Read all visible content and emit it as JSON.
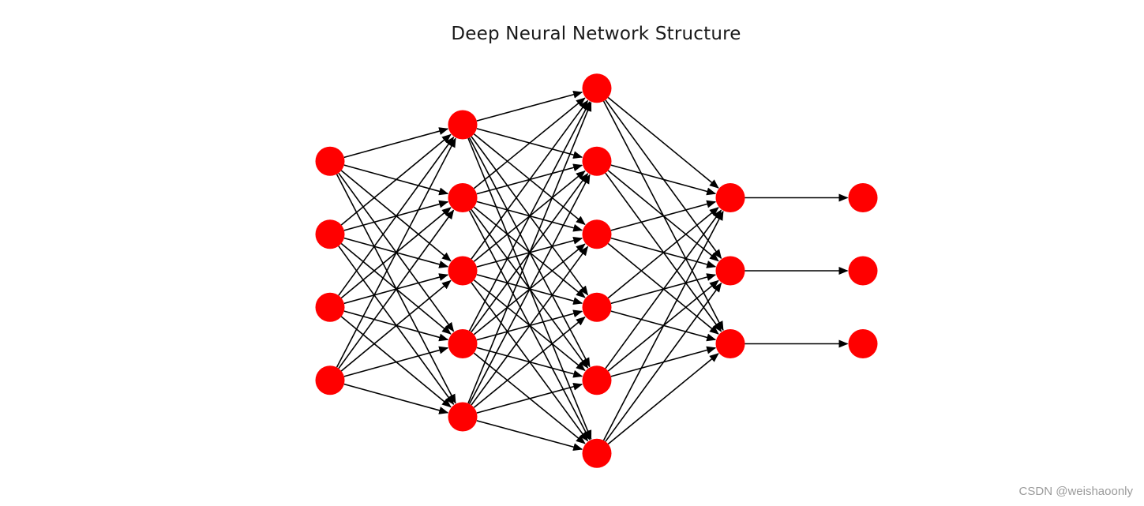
{
  "title": "Deep Neural Network Structure",
  "watermark": "CSDN @weishaoonly",
  "network": {
    "layer_sizes": [
      4,
      5,
      6,
      3,
      3
    ],
    "connections": [
      {
        "from": 0,
        "to": 1,
        "type": "full"
      },
      {
        "from": 1,
        "to": 2,
        "type": "full"
      },
      {
        "from": 2,
        "to": 3,
        "type": "full"
      },
      {
        "from": 3,
        "to": 4,
        "type": "one-to-one"
      }
    ],
    "node_color": "#ff0000",
    "edge_color": "#000000"
  }
}
